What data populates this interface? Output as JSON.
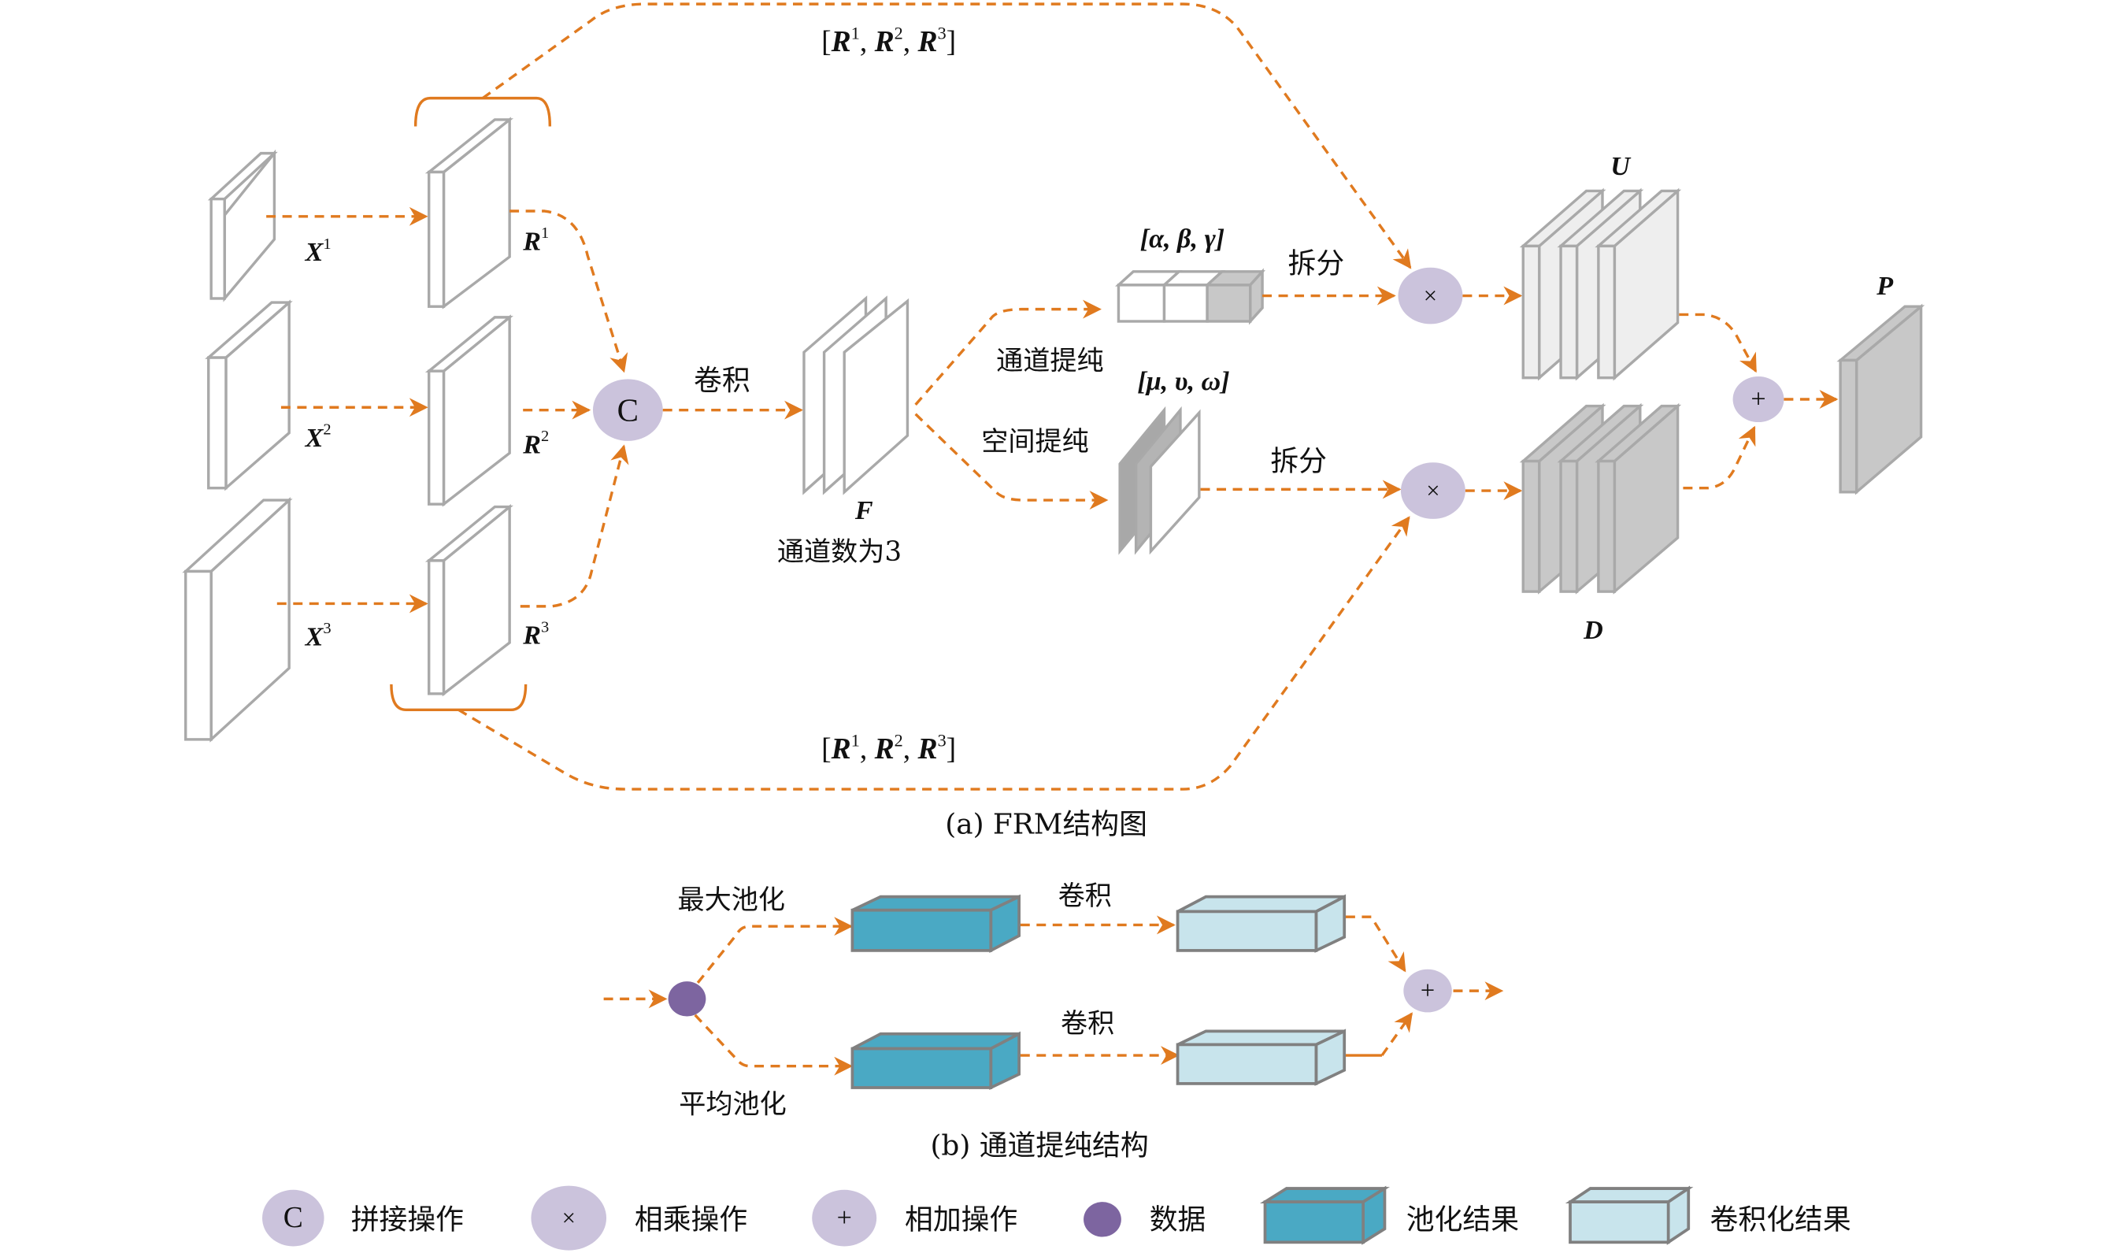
{
  "figure": {
    "part_a": {
      "caption": "(a)  FRM结构图",
      "inputs": [
        {
          "name": "X",
          "sup": "1"
        },
        {
          "name": "X",
          "sup": "2"
        },
        {
          "name": "X",
          "sup": "3"
        }
      ],
      "refined": [
        {
          "name": "R",
          "sup": "1"
        },
        {
          "name": "R",
          "sup": "2"
        },
        {
          "name": "R",
          "sup": "3"
        }
      ],
      "concat_symbol": "C",
      "conv_label": "卷积",
      "feature_label": "F",
      "feature_channels": "通道数为3",
      "channel_refine_label": "通道提纯",
      "spatial_refine_label": "空间提纯",
      "channel_weights": "[α, β, γ]",
      "spatial_weights": "[μ, υ, ω]",
      "split_label": "拆分",
      "multiply_symbol": "×",
      "add_symbol": "+",
      "skip_label_top": {
        "open": "[",
        "items": [
          {
            "name": "R",
            "sup": "1"
          },
          {
            "name": "R",
            "sup": "2"
          },
          {
            "name": "R",
            "sup": "3"
          }
        ],
        "close": "]"
      },
      "skip_label_bottom": {
        "open": "[",
        "items": [
          {
            "name": "R",
            "sup": "1"
          },
          {
            "name": "R",
            "sup": "2"
          },
          {
            "name": "R",
            "sup": "3"
          }
        ],
        "close": "]"
      },
      "output_u": "U",
      "output_d": "D",
      "output_p": "P"
    },
    "part_b": {
      "caption": "(b)  通道提纯结构",
      "max_pool_label": "最大池化",
      "avg_pool_label": "平均池化",
      "conv_label_top": "卷积",
      "conv_label_bottom": "卷积",
      "add_symbol": "+"
    },
    "legend": [
      {
        "symbol": "C",
        "label": "拼接操作"
      },
      {
        "symbol": "×",
        "label": "相乘操作"
      },
      {
        "symbol": "+",
        "label": "相加操作"
      },
      {
        "symbol": "",
        "label": "数据"
      },
      {
        "symbol": "",
        "label": "池化结果"
      },
      {
        "symbol": "",
        "label": "卷积化结果"
      }
    ],
    "colors": {
      "arrow": "#e07a1f",
      "operator": "#cbc3dc",
      "data_node": "#7d65a0",
      "pool_result": "#4aa9c4",
      "conv_result": "#c8e4ec",
      "plate_light": "#eeeeee",
      "plate_dark": "#c8c8c8"
    }
  }
}
